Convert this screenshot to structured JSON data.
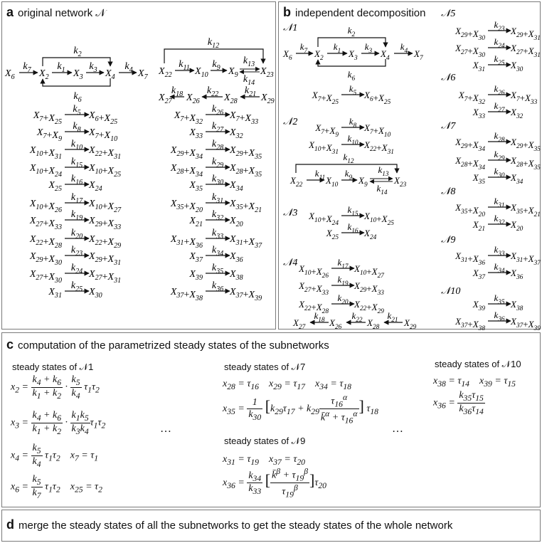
{
  "panel_a": {
    "letter": "a",
    "title": "original network 𝒩"
  },
  "panel_b": {
    "letter": "b",
    "title": "independent decomposition"
  },
  "panel_c": {
    "letter": "c",
    "title": "computation of the parametrized steady states of the subnetworks"
  },
  "panel_d": {
    "letter": "d",
    "title": "merge the steady states of all the subnetworks to get the steady states of the whole network"
  },
  "subnets": [
    "𝒩1",
    "𝒩2",
    "𝒩3",
    "𝒩4",
    "𝒩5",
    "𝒩6",
    "𝒩7",
    "𝒩8",
    "𝒩9",
    "𝒩10"
  ],
  "steady_titles": [
    "steady states of 𝒩1",
    "steady states of 𝒩7",
    "steady states of 𝒩9",
    "steady states of 𝒩10"
  ],
  "ellipsis": "…",
  "reactions": [
    {
      "k": "k5",
      "l": "X7+X25",
      "r": "X6+X25"
    },
    {
      "k": "k8",
      "l": "X7+X9",
      "r": "X7+X10"
    },
    {
      "k": "k10",
      "l": "X10+X31",
      "r": "X22+X31"
    },
    {
      "k": "k15",
      "l": "X10+X24",
      "r": "X10+X25"
    },
    {
      "k": "k16",
      "l": "X25",
      "r": "X24"
    },
    {
      "k": "k17",
      "l": "X10+X26",
      "r": "X10+X27"
    },
    {
      "k": "k19",
      "l": "X27+X33",
      "r": "X29+X33"
    },
    {
      "k": "k20",
      "l": "X22+X28",
      "r": "X22+X29"
    },
    {
      "k": "k23",
      "l": "X29+X30",
      "r": "X29+X31"
    },
    {
      "k": "k24",
      "l": "X27+X30",
      "r": "X27+X31"
    },
    {
      "k": "k25",
      "l": "X31",
      "r": "X30"
    },
    {
      "k": "k26",
      "l": "X7+X32",
      "r": "X7+X33"
    },
    {
      "k": "k27",
      "l": "X33",
      "r": "X32"
    },
    {
      "k": "k28",
      "l": "X29+X34",
      "r": "X29+X35"
    },
    {
      "k": "k29",
      "l": "X28+X34",
      "r": "X28+X35"
    },
    {
      "k": "k30",
      "l": "X35",
      "r": "X34"
    },
    {
      "k": "k31",
      "l": "X35+X20",
      "r": "X35+X21"
    },
    {
      "k": "k32",
      "l": "X21",
      "r": "X20"
    },
    {
      "k": "k33",
      "l": "X31+X36",
      "r": "X31+X37"
    },
    {
      "k": "k34",
      "l": "X37",
      "r": "X36"
    },
    {
      "k": "k35",
      "l": "X39",
      "r": "X38"
    },
    {
      "k": "k36",
      "l": "X37+X38",
      "r": "X37+X39"
    }
  ],
  "network_labels": {
    "x6": "X6",
    "x2": "X2",
    "x3": "X3",
    "x4": "X4",
    "x7": "X7",
    "k7": "k7",
    "k1": "k1",
    "k3": "k3",
    "k4": "k4",
    "k2": "k2",
    "k6": "k6",
    "x22": "X22",
    "x10": "X10",
    "x9": "X9",
    "x23": "X23",
    "k11": "k11",
    "k9": "k9",
    "k13": "k13",
    "k14": "k14",
    "k12": "k12",
    "x27": "X27",
    "x26": "X26",
    "x28": "X28",
    "x29": "X29",
    "k18": "k18",
    "k22": "k22",
    "k21": "k21"
  }
}
